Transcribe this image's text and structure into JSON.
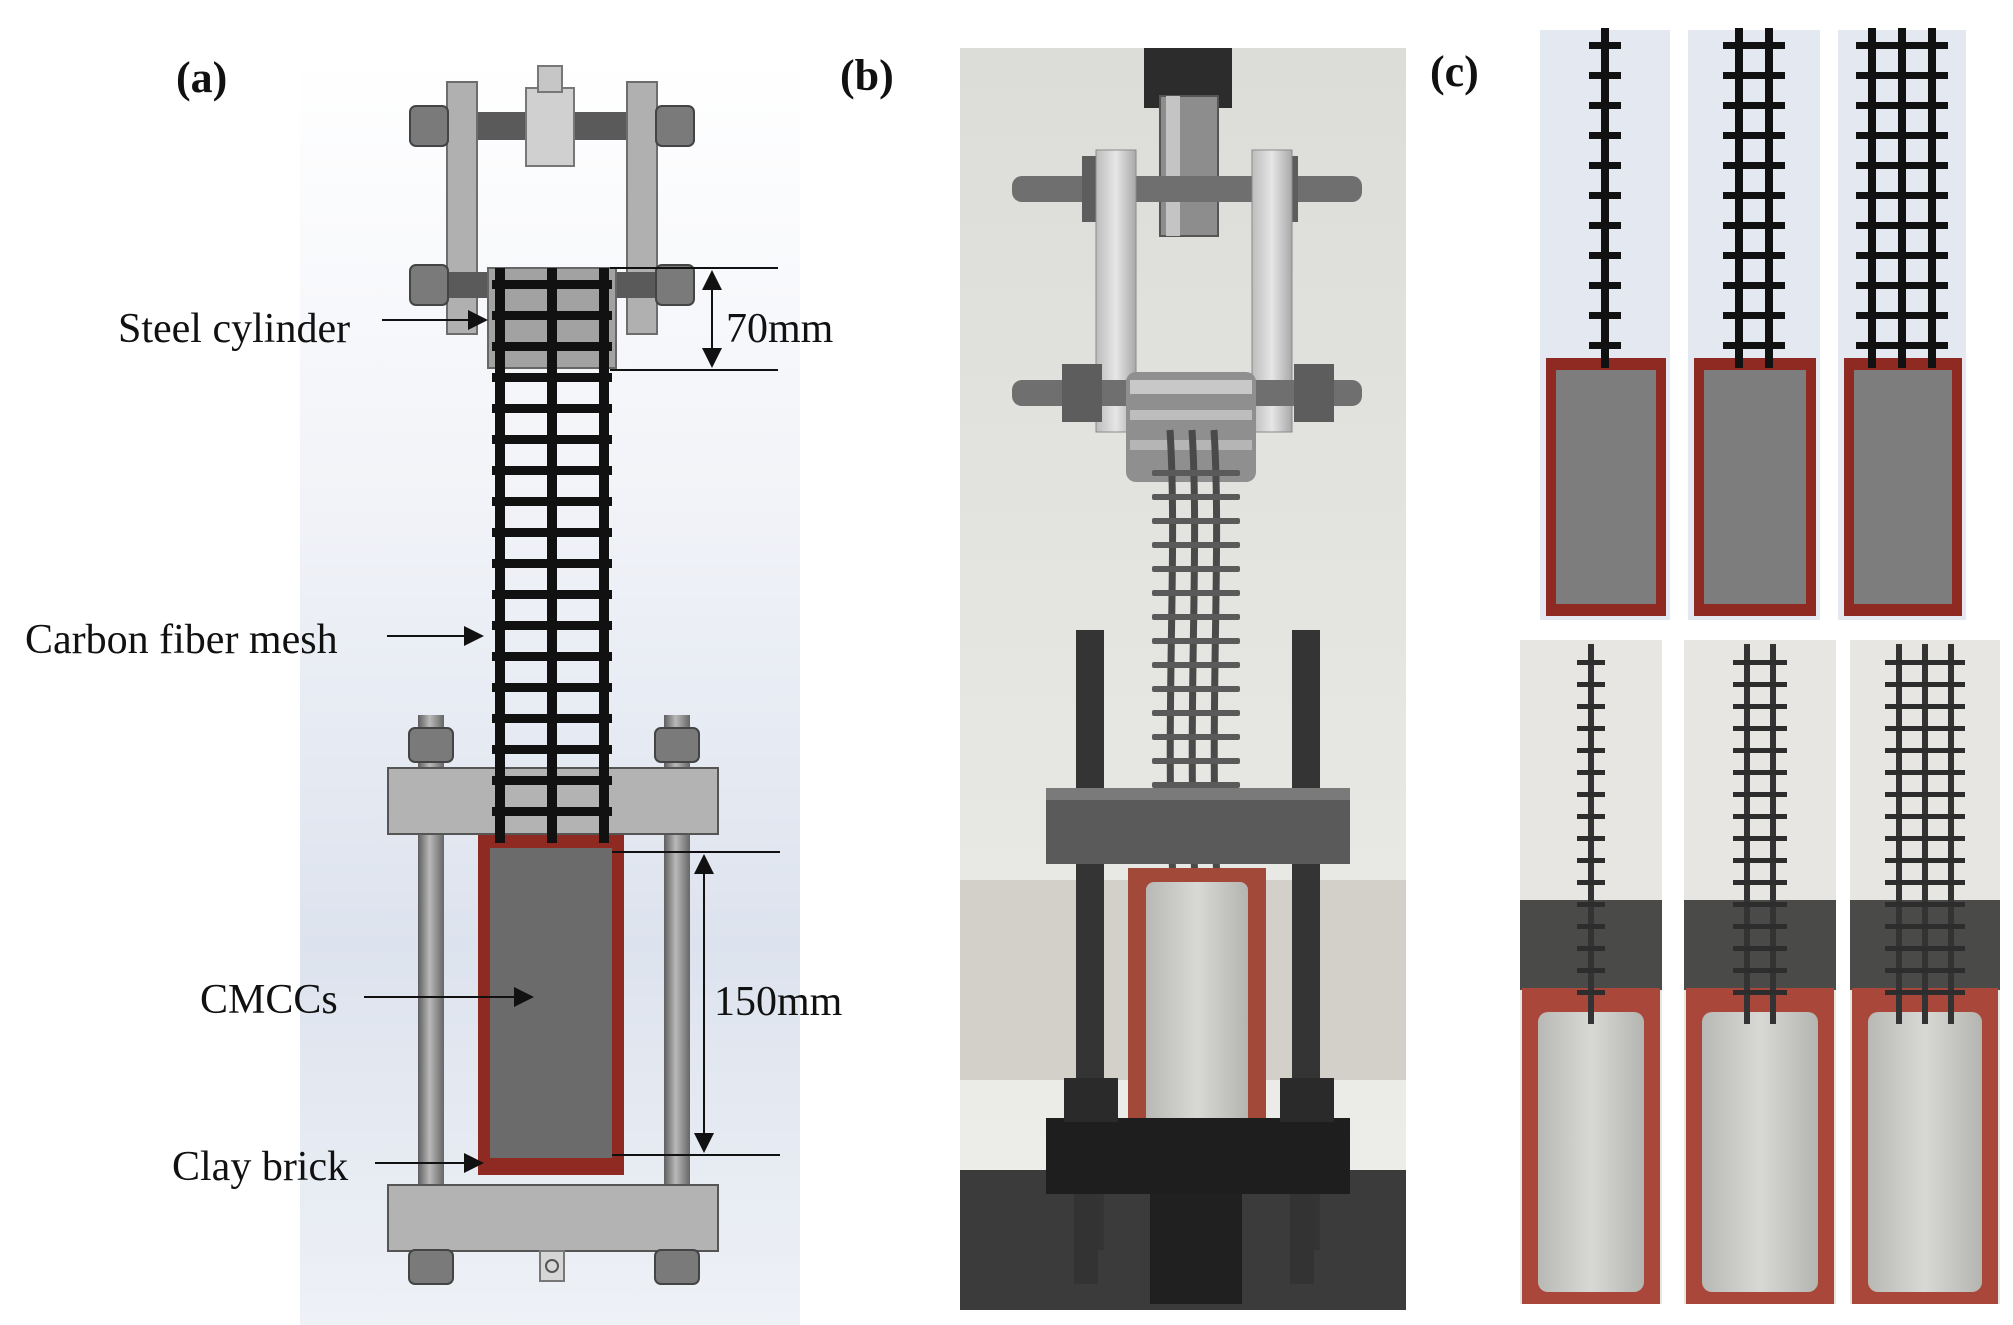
{
  "panels": [
    {
      "id": "a",
      "label": "(a)"
    },
    {
      "id": "b",
      "label": "(b)"
    },
    {
      "id": "c",
      "label": "(c)"
    }
  ],
  "annotations": {
    "steel_cylinder": "Steel cylinder",
    "carbon_fiber_mesh": "Carbon fiber mesh",
    "cmccs": "CMCCs",
    "clay_brick": "Clay brick"
  },
  "dimensions": {
    "top": "70mm",
    "bottom": "150mm"
  },
  "colors": {
    "steel": "#a9a9a9",
    "steel_dark": "#7a7a7a",
    "mesh": "#111111",
    "cmcc": "#6b6b6b",
    "brick": "#8e2a22",
    "concrete": "#c9c9c5",
    "background_cad": "#e4e8f1"
  },
  "mesh_variants": [
    {
      "columns": 1
    },
    {
      "columns": 2
    },
    {
      "columns": 3
    }
  ]
}
